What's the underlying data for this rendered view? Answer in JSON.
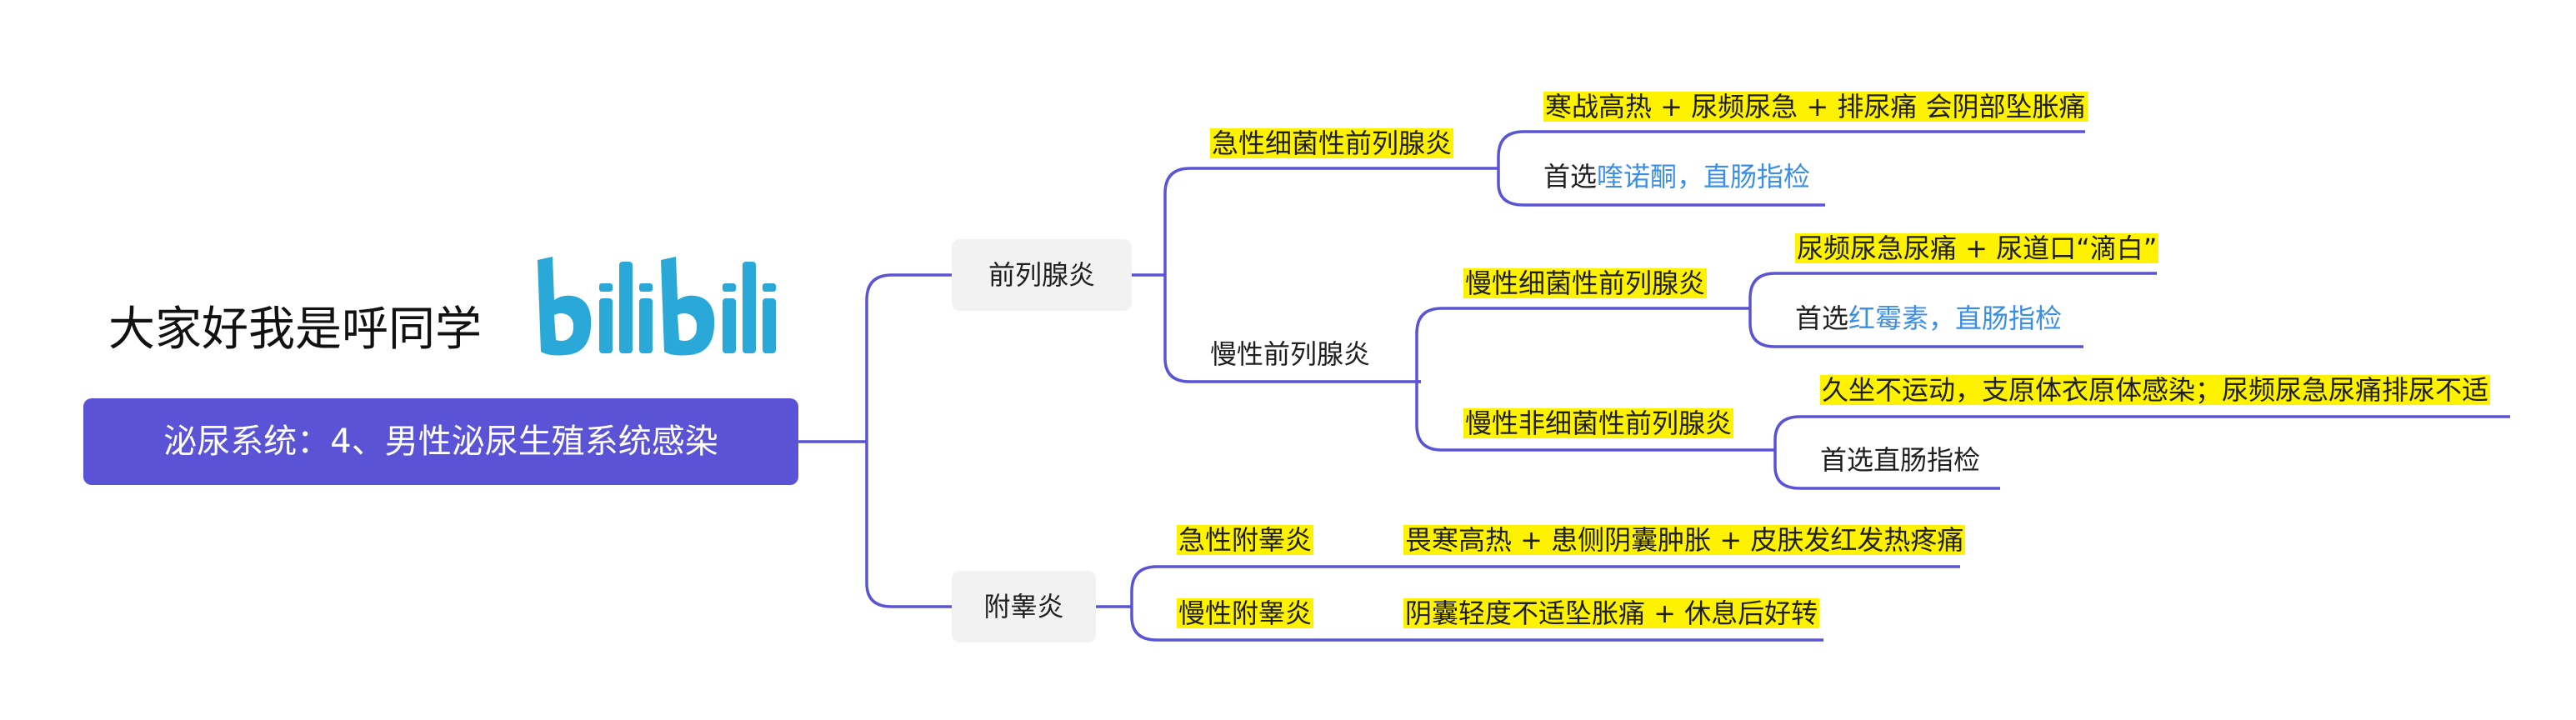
{
  "greeting": "大家好我是呼同学",
  "logo": {
    "text": "bilibili",
    "color": "#2aa8d7"
  },
  "colors": {
    "root": "#5b53d6",
    "line": "#5b53d6",
    "highlight": "#fff200",
    "link": "#3a8ee6"
  },
  "root": {
    "label": "泌尿系统：4、男性泌尿生殖系统感染"
  },
  "branches": {
    "prostatitis": {
      "label": "前列腺炎",
      "acute": {
        "label": "急性细菌性前列腺炎",
        "symptoms": "寒战高热 + 尿频尿急 + 排尿痛 会阴部坠胀痛",
        "treatment_prefix": "首选",
        "treatment_highlight": "喹诺酮，直肠指检"
      },
      "chronic": {
        "label": "慢性前列腺炎",
        "bacterial": {
          "label": "慢性细菌性前列腺炎",
          "symptoms": "尿频尿急尿痛 + 尿道口“滴白”",
          "treatment_prefix": "首选",
          "treatment_highlight": "红霉素，直肠指检"
        },
        "nonbacterial": {
          "label": "慢性非细菌性前列腺炎",
          "symptoms": "久坐不运动，支原体衣原体感染；尿频尿急尿痛排尿不适",
          "treatment": "首选直肠指检"
        }
      }
    },
    "epididymitis": {
      "label": "附睾炎",
      "acute": {
        "label": "急性附睾炎",
        "symptoms": "畏寒高热 + 患侧阴囊肿胀 + 皮肤发红发热疼痛"
      },
      "chronic": {
        "label": "慢性附睾炎",
        "symptoms": "阴囊轻度不适坠胀痛 + 休息后好转"
      }
    }
  }
}
